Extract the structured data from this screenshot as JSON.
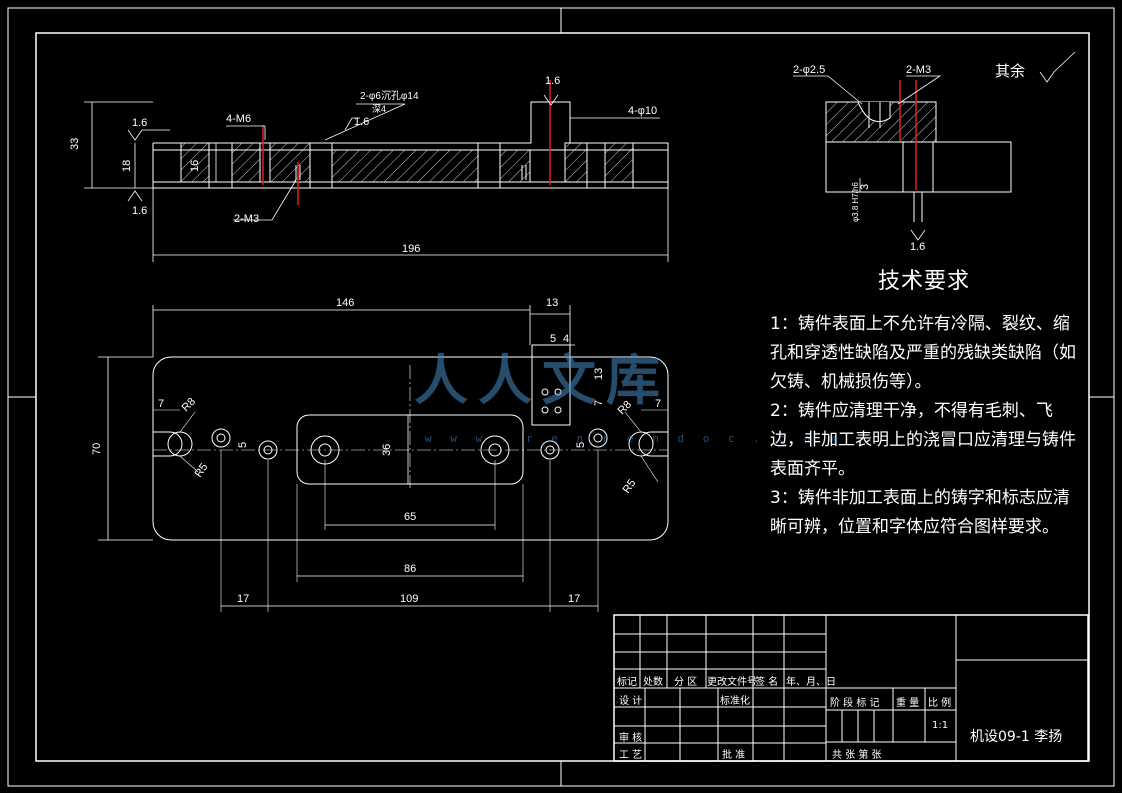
{
  "dimensions": {
    "front": {
      "d33": "33",
      "d18": "18",
      "d196": "196",
      "d16": "16",
      "rough_top": "1.6",
      "rough_bottom": "1.6",
      "rough_mid": "1.6",
      "rough_right": "1.6",
      "m6": "4-M6",
      "c_bore": "2-φ6沉孔φ14",
      "c_bore_sub": "深4",
      "phi10": "4-φ10",
      "m3": "2-M3"
    },
    "plan": {
      "d146": "146",
      "d13": "13",
      "d5": "5",
      "d4": "4",
      "d13v": "13",
      "d7v": "7",
      "d70": "70",
      "d36": "36",
      "d65": "65",
      "d86": "86",
      "d17a": "17",
      "d109": "109",
      "d17b": "17",
      "d7a": "7",
      "d7b": "7",
      "r8a": "R8",
      "r8b": "R8",
      "r5a": "R5",
      "r5b": "R5",
      "d5a": "5",
      "d5b": "5"
    },
    "detail": {
      "phi25": "2-φ2.5",
      "m3": "2-M3",
      "d3": "3",
      "d38": "φ3.8 H7/h6",
      "rough": "1.6"
    }
  },
  "other_rough": "其余",
  "tech": {
    "title": "技术要求",
    "items": [
      "1：铸件表面上不允许有冷隔、裂纹、缩孔和穿透性缺陷及严重的残缺类缺陷（如欠铸、机械损伤等）。",
      "2：铸件应清理干净，不得有毛刺、飞边，非加工表明上的浇冒口应清理与铸件表面齐平。",
      "3：铸件非加工表面上的铸字和标志应清晰可辨，位置和字体应符合图样要求。"
    ]
  },
  "watermark": {
    "text": "人人文库",
    "url": "w w w . r e n r e n d o c . c o m"
  },
  "title_block": {
    "mark": "标记",
    "count": "处数",
    "zone": "分 区",
    "change_doc": "更改文件号",
    "sign": "签 名",
    "date": "年、月、日",
    "design": "设 计",
    "standard": "标准化",
    "review": "审 核",
    "craft": "工 艺",
    "approve": "批 准",
    "stage": "阶 段 标 记",
    "weight": "重 量",
    "scale_label": "比 例",
    "scale": "1:1",
    "sheets": "共    张  第    张",
    "name": "机设09-1  李扬"
  }
}
